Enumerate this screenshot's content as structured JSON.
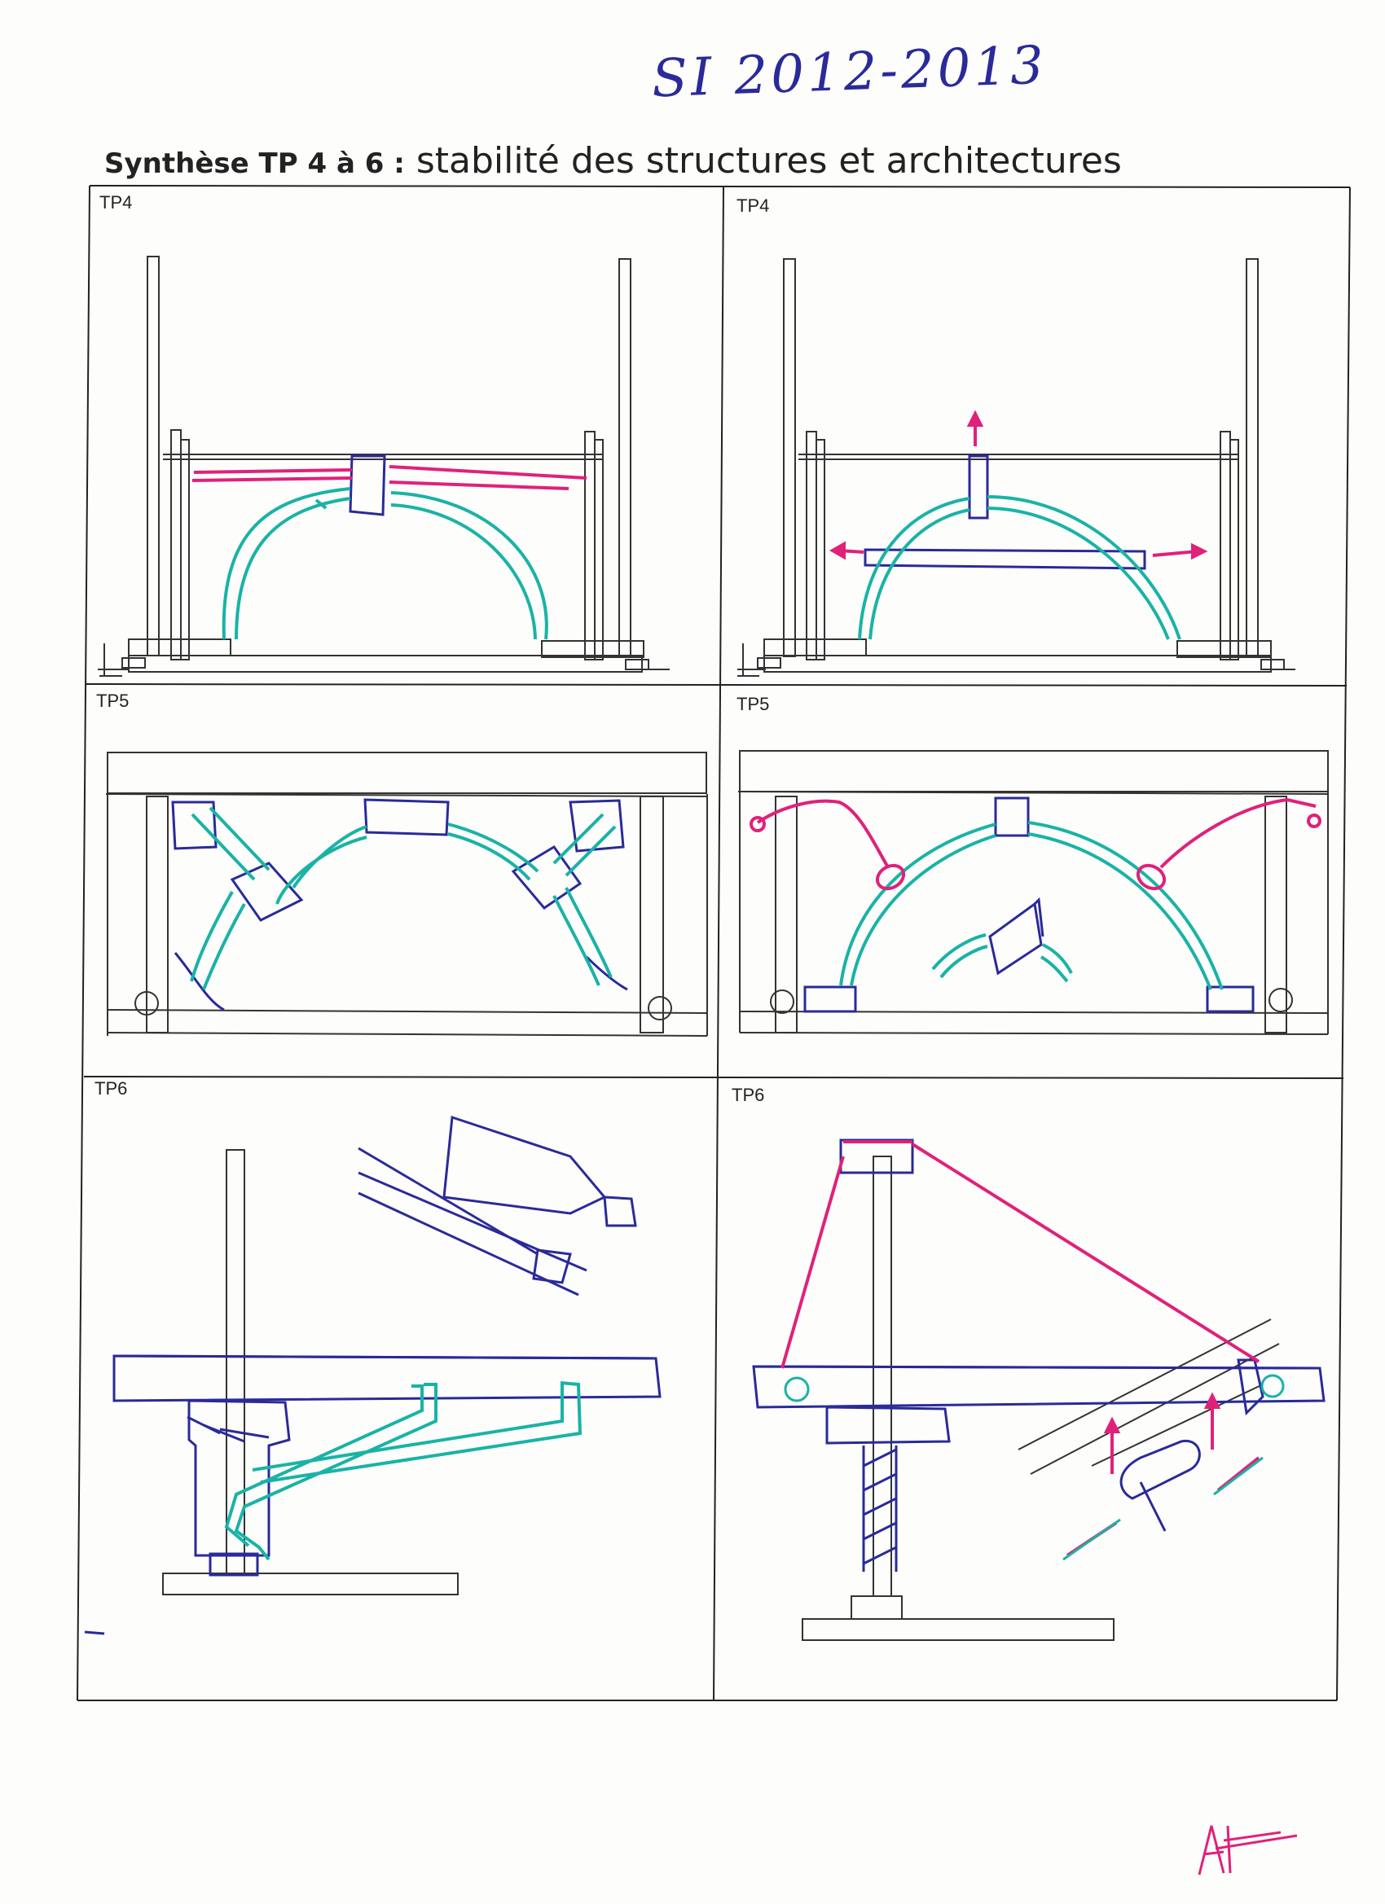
{
  "header": {
    "handwritten_year": "SI 2012-2013",
    "title_bold": "Synthèse TP 4 à 6 :",
    "title_rest": " stabilité des structures et architectures"
  },
  "panels": [
    {
      "label": "TP4"
    },
    {
      "label": "TP4"
    },
    {
      "label": "TP5"
    },
    {
      "label": "TP5"
    },
    {
      "label": "TP6"
    },
    {
      "label": "TP6"
    }
  ],
  "colors": {
    "ink": "#222222",
    "blue_pen": "#2a2a9a",
    "teal_pen": "#19b3a6",
    "pink_pen": "#e0217a"
  }
}
